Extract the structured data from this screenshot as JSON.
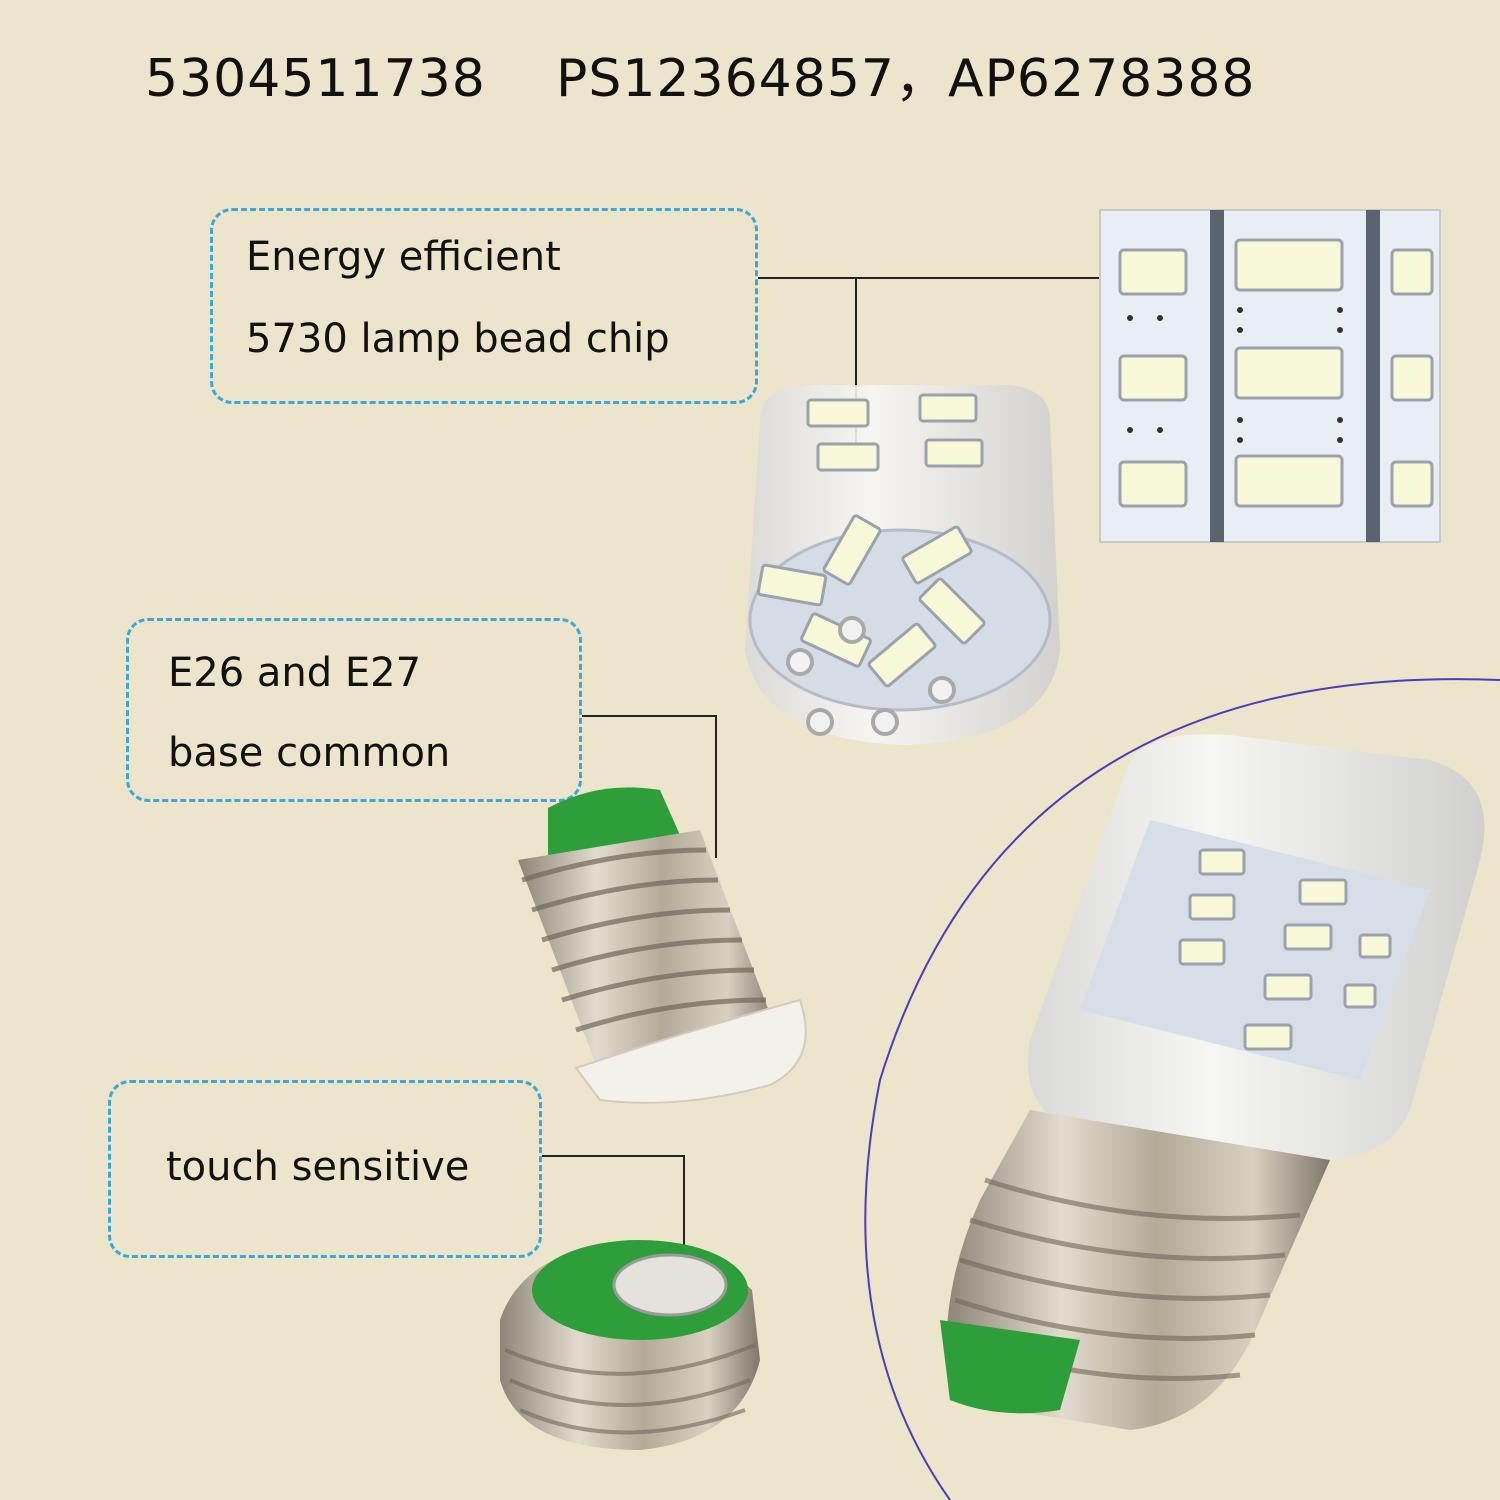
{
  "header": {
    "part_numbers": "5304511738    PS12364857，AP6278388"
  },
  "callouts": [
    {
      "lines": [
        "Energy efficient",
        "5730 lamp bead chip"
      ]
    },
    {
      "lines": [
        "E26 and E27",
        "base common"
      ]
    },
    {
      "lines": [
        "touch sensitive"
      ]
    }
  ],
  "colors": {
    "background": "#EDE5CB",
    "callout_border": "#3AA9DA",
    "gasket_green": "#2E9E3A"
  }
}
